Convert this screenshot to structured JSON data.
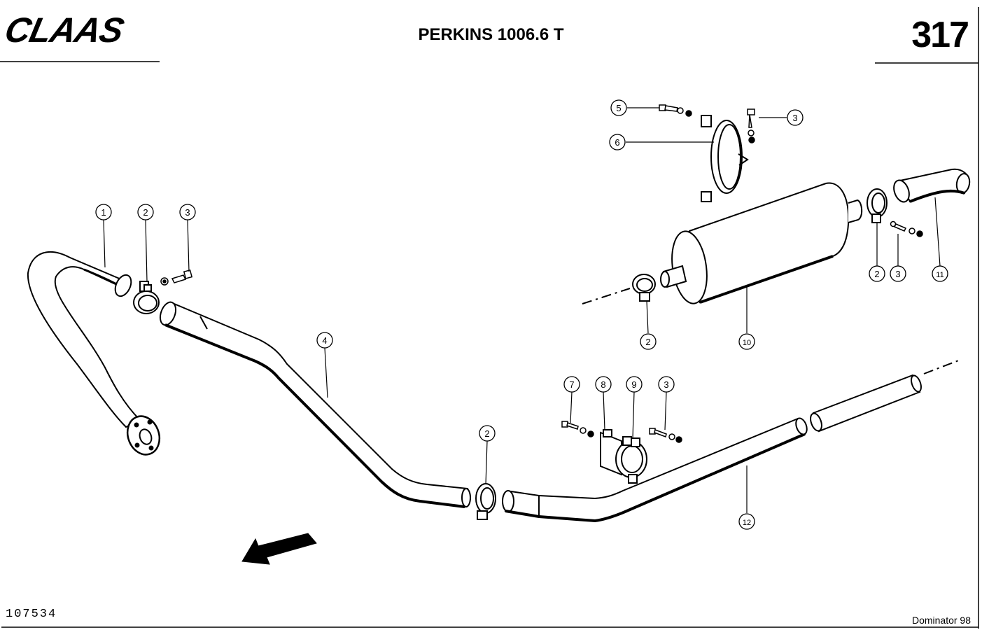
{
  "header": {
    "brand": "CLAAS",
    "title": "PERKINS 1006.6 T",
    "page_number": "317"
  },
  "footer": {
    "drawing_number": "107534",
    "model": "Dominator 98"
  },
  "callouts": {
    "c1": "1",
    "c2a": "2",
    "c3a": "3",
    "c4": "4",
    "c2b": "2",
    "c5": "5",
    "c6": "6",
    "c3b": "3",
    "c2c": "2",
    "c3c": "3",
    "c11": "11",
    "c2d": "2",
    "c10": "10",
    "c7": "7",
    "c8": "8",
    "c9": "9",
    "c3d": "3",
    "c12": "12"
  },
  "colors": {
    "ink": "#000000",
    "paper": "#ffffff"
  }
}
